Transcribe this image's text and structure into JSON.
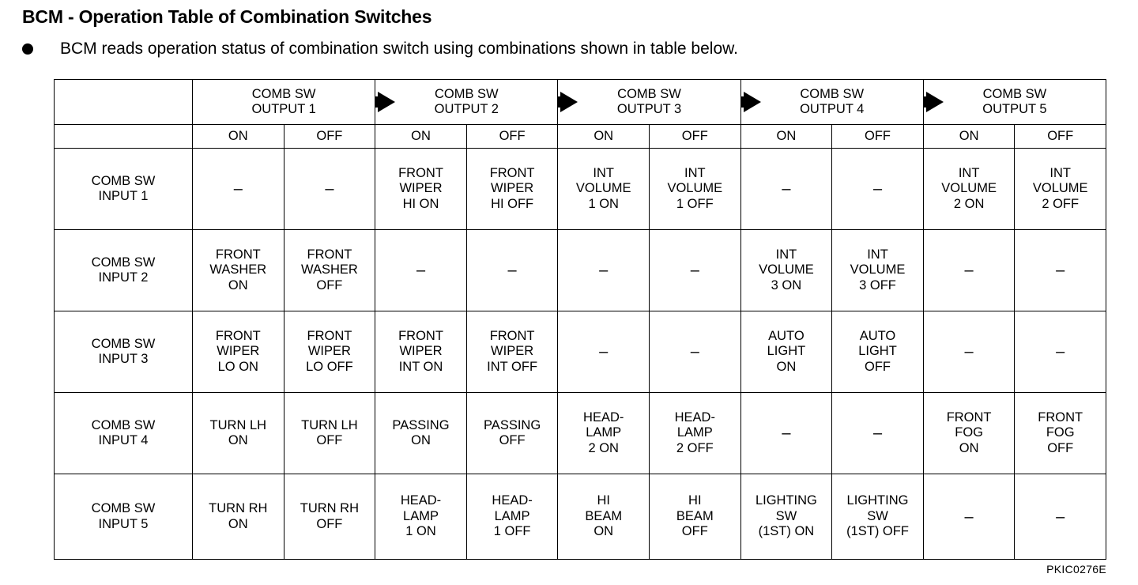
{
  "page_title": "BCM - Operation Table of Combination Switches",
  "intro": {
    "bullet_icon": "bullet-dot",
    "text": "BCM reads operation status of combination switch using combinations shown in table below."
  },
  "figure_code": "PKIC0276E",
  "table": {
    "corner_label": "",
    "arrow_icon": "right-arrow-icon",
    "output_groups": [
      {
        "line1": "COMB SW",
        "line2": "OUTPUT 1"
      },
      {
        "line1": "COMB SW",
        "line2": "OUTPUT 2"
      },
      {
        "line1": "COMB SW",
        "line2": "OUTPUT 3"
      },
      {
        "line1": "COMB SW",
        "line2": "OUTPUT 4"
      },
      {
        "line1": "COMB SW",
        "line2": "OUTPUT 5"
      }
    ],
    "state_headers": [
      "ON",
      "OFF",
      "ON",
      "OFF",
      "ON",
      "OFF",
      "ON",
      "OFF",
      "ON",
      "OFF"
    ],
    "dash": "–",
    "rows": [
      {
        "label_line1": "COMB SW",
        "label_line2": "INPUT 1",
        "cells": [
          [
            "–"
          ],
          [
            "–"
          ],
          [
            "FRONT",
            "WIPER",
            "HI ON"
          ],
          [
            "FRONT",
            "WIPER",
            "HI OFF"
          ],
          [
            "INT",
            "VOLUME",
            "1 ON"
          ],
          [
            "INT",
            "VOLUME",
            "1 OFF"
          ],
          [
            "–"
          ],
          [
            "–"
          ],
          [
            "INT",
            "VOLUME",
            "2 ON"
          ],
          [
            "INT",
            "VOLUME",
            "2 OFF"
          ]
        ]
      },
      {
        "label_line1": "COMB SW",
        "label_line2": "INPUT 2",
        "cells": [
          [
            "FRONT",
            "WASHER",
            "ON"
          ],
          [
            "FRONT",
            "WASHER",
            "OFF"
          ],
          [
            "–"
          ],
          [
            "–"
          ],
          [
            "–"
          ],
          [
            "–"
          ],
          [
            "INT",
            "VOLUME",
            "3 ON"
          ],
          [
            "INT",
            "VOLUME",
            "3 OFF"
          ],
          [
            "–"
          ],
          [
            "–"
          ]
        ]
      },
      {
        "label_line1": "COMB SW",
        "label_line2": "INPUT 3",
        "cells": [
          [
            "FRONT",
            "WIPER",
            "LO ON"
          ],
          [
            "FRONT",
            "WIPER",
            "LO OFF"
          ],
          [
            "FRONT",
            "WIPER",
            "INT ON"
          ],
          [
            "FRONT",
            "WIPER",
            "INT OFF"
          ],
          [
            "–"
          ],
          [
            "–"
          ],
          [
            "AUTO",
            "LIGHT",
            "ON"
          ],
          [
            "AUTO",
            "LIGHT",
            "OFF"
          ],
          [
            "–"
          ],
          [
            "–"
          ]
        ]
      },
      {
        "label_line1": "COMB SW",
        "label_line2": "INPUT 4",
        "cells": [
          [
            "TURN LH",
            "ON"
          ],
          [
            "TURN LH",
            "OFF"
          ],
          [
            "PASSING",
            "ON"
          ],
          [
            "PASSING",
            "OFF"
          ],
          [
            "HEAD-",
            "LAMP",
            "2 ON"
          ],
          [
            "HEAD-",
            "LAMP",
            "2 OFF"
          ],
          [
            "–"
          ],
          [
            "–"
          ],
          [
            "FRONT",
            "FOG",
            "ON"
          ],
          [
            "FRONT",
            "FOG",
            "OFF"
          ]
        ]
      },
      {
        "label_line1": "COMB SW",
        "label_line2": "INPUT 5",
        "cells": [
          [
            "TURN RH",
            "ON"
          ],
          [
            "TURN RH",
            "OFF"
          ],
          [
            "HEAD-",
            "LAMP",
            "1 ON"
          ],
          [
            "HEAD-",
            "LAMP",
            "1 OFF"
          ],
          [
            "HI",
            "BEAM",
            "ON"
          ],
          [
            "HI",
            "BEAM",
            "OFF"
          ],
          [
            "LIGHTING",
            "SW",
            "(1ST) ON"
          ],
          [
            "LIGHTING",
            "SW",
            "(1ST) OFF"
          ],
          [
            "–"
          ],
          [
            "–"
          ]
        ]
      }
    ]
  }
}
